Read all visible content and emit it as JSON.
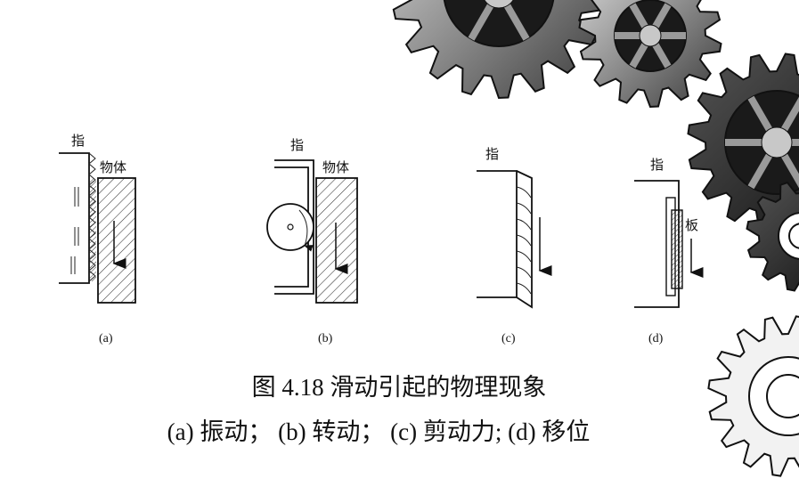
{
  "figures": [
    {
      "id": "a",
      "caption": "(a)",
      "finger_label": "指",
      "object_label": "物体"
    },
    {
      "id": "b",
      "caption": "(b)",
      "finger_label": "指",
      "object_label": "物体"
    },
    {
      "id": "c",
      "caption": "(c)",
      "finger_label": "指"
    },
    {
      "id": "d",
      "caption": "(d)",
      "finger_label": "指",
      "object_label": "板"
    }
  ],
  "caption": {
    "title": "图 4.18 滑动引起的物理现象",
    "subtitle": "(a) 振动；  (b) 转动；  (c) 剪动力; (d) 移位"
  },
  "decoration": {
    "gear_icons": [
      "gear-icon",
      "gear-icon",
      "gear-icon",
      "gear-icon",
      "gear-icon"
    ]
  }
}
